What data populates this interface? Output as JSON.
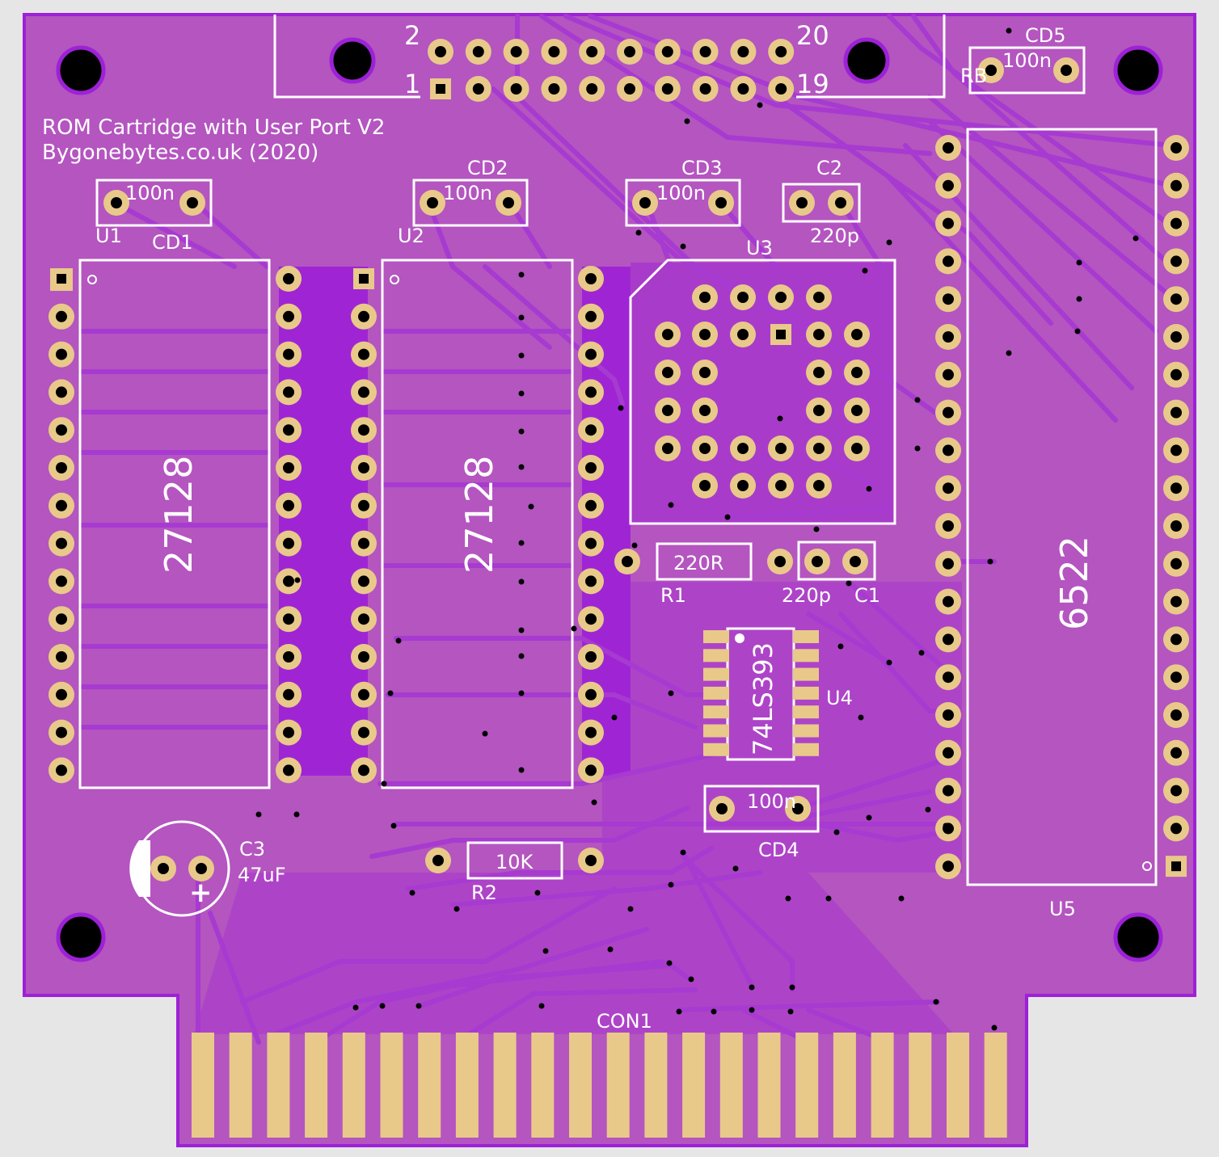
{
  "colors": {
    "background": "#e6e6e6",
    "board": "#b455c0",
    "copper_fill": "#9d21d6",
    "trace": "#a73ad0",
    "pad": "#e8c98a",
    "hole": "#000000",
    "silk": "#ffffff"
  },
  "title_lines": [
    "ROM Cartridge with User Port V2",
    "Bygonebytes.co.uk (2020)"
  ],
  "header": {
    "pin2": "2",
    "pin20": "20",
    "pin1": "1",
    "pin19": "19"
  },
  "components": {
    "u1": {
      "ref": "U1",
      "part": "27128"
    },
    "u2": {
      "ref": "U2",
      "part": "27128"
    },
    "u3": {
      "ref": "U3"
    },
    "u4": {
      "ref": "U4",
      "part": "74LS393"
    },
    "u5": {
      "ref": "U5",
      "part": "6522"
    },
    "cd1": {
      "ref": "CD1",
      "value": "100n"
    },
    "cd2": {
      "ref": "CD2",
      "value": "100n"
    },
    "cd3": {
      "ref": "CD3",
      "value": "100n"
    },
    "cd4": {
      "ref": "CD4",
      "value": "100n"
    },
    "cd5": {
      "ref": "CD5",
      "value": "100n"
    },
    "c1": {
      "ref": "C1",
      "value": "220p"
    },
    "c2": {
      "ref": "C2",
      "value": "220p"
    },
    "c3": {
      "ref": "C3",
      "value": "47uF",
      "polarity": "+"
    },
    "r1": {
      "ref": "R1",
      "value": "220R"
    },
    "r2": {
      "ref": "R2",
      "value": "10K"
    },
    "con1": {
      "ref": "CON1"
    },
    "rb": {
      "ref": "RB"
    }
  }
}
